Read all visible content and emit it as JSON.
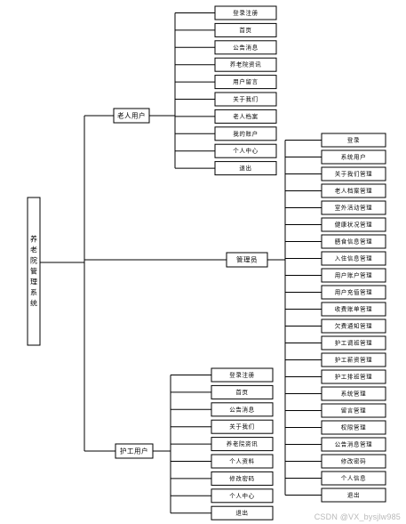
{
  "root": {
    "label": "养老院管理系统"
  },
  "groups": [
    {
      "key": "elder",
      "label": "老人用户",
      "items": [
        "登录注册",
        "首页",
        "公告消息",
        "养老院资讯",
        "用户留言",
        "关于我们",
        "老人档案",
        "我的账户",
        "个人中心",
        "退出"
      ]
    },
    {
      "key": "admin",
      "label": "管理员",
      "items": [
        "登录",
        "系统用户",
        "关于我们管理",
        "老人档案管理",
        "室外活动管理",
        "健康状况管理",
        "膳食信息管理",
        "入住信息管理",
        "用户账户管理",
        "用户充值管理",
        "收费账单管理",
        "欠费通知管理",
        "护工调班管理",
        "护工薪资管理",
        "护工排班管理",
        "系统管理",
        "留言管理",
        "权限管理",
        "公告消息管理",
        "修改密码",
        "个人信息",
        "退出"
      ]
    },
    {
      "key": "nurse",
      "label": "护工用户",
      "items": [
        "登录注册",
        "首页",
        "公告消息",
        "关于我们",
        "养老院资讯",
        "个人资料",
        "修改密码",
        "个人中心",
        "退出"
      ]
    }
  ],
  "watermark": "CSDN @VX_bysjlw985"
}
